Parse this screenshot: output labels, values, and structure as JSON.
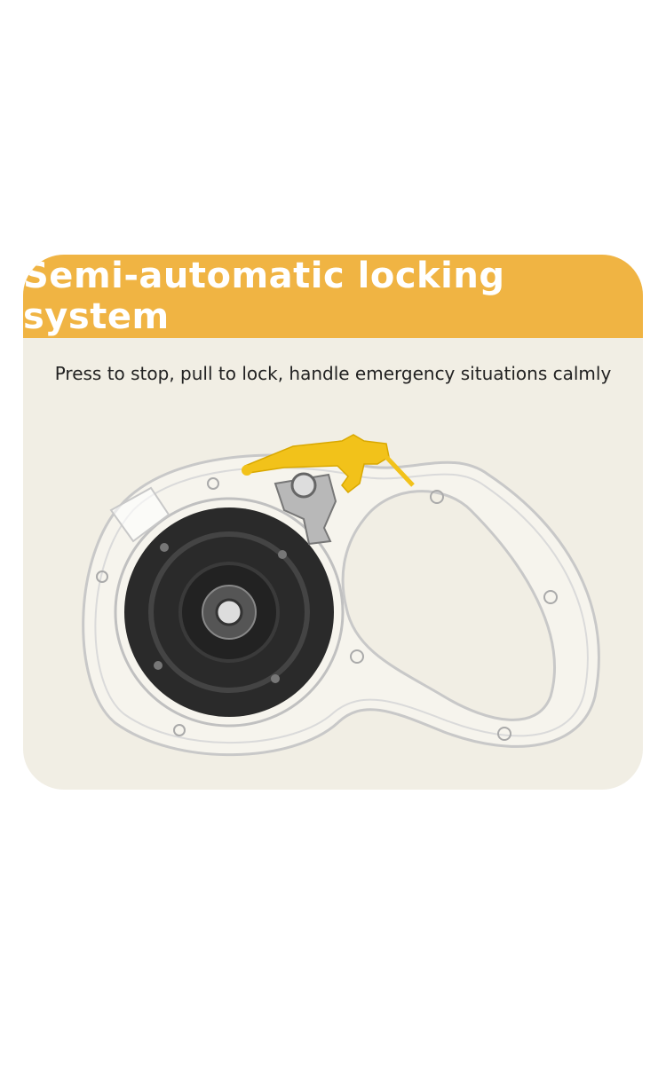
{
  "feature": {
    "title": "Semi-automatic locking system",
    "subtitle": "Press to stop, pull to lock, handle emergency situations calmly"
  },
  "colors": {
    "header": "#f0b443",
    "card_background": "#f1eee4",
    "lock_button": "#f2c21a",
    "reel": "#2a2a2a"
  },
  "image": {
    "icon": "retractable-leash-transparent-illustration"
  }
}
